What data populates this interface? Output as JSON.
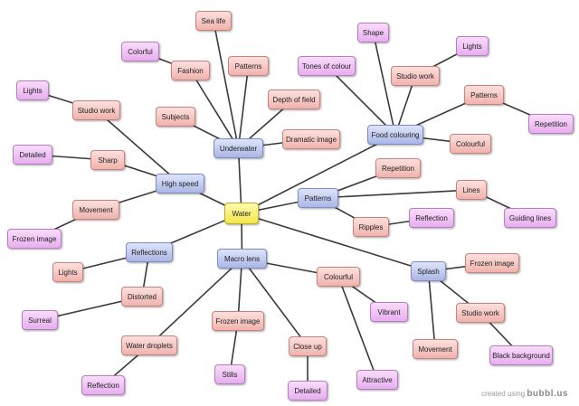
{
  "nodes": {
    "water": "Water",
    "underwater": "Underwater",
    "food_colouring": "Food colouring",
    "high_speed": "High speed",
    "patterns": "Patterns",
    "reflections": "Reflections",
    "macro_lens": "Macro lens",
    "splash": "Splash",
    "sea_life": "Sea life",
    "fashion": "Fashion",
    "colorful": "Colorful",
    "patterns_uw": "Patterns",
    "subjects": "Subjects",
    "depth_of_field": "Depth of field",
    "dramatic_image": "Dramatic image",
    "shape": "Shape",
    "tones_of_colour": "Tones of colour",
    "studio_work_fc": "Studio work",
    "lights_fc": "Lights",
    "patterns_fc": "Patterns",
    "repetition_fc": "Repetition",
    "colourful_fc": "Colourful",
    "studio_work_hs": "Studio work",
    "lights_hs": "Lights",
    "sharp": "Sharp",
    "detailed_hs": "Detailed",
    "movement_hs": "Movement",
    "frozen_image_hs": "Frozen image",
    "repetition_p": "Repetition",
    "lines": "Lines",
    "guiding_lines": "Guiding lines",
    "ripples": "Ripples",
    "reflection_p": "Reflection",
    "lights_r": "Lights",
    "distorted": "Distorted",
    "surreal": "Surreal",
    "frozen_image_ml": "Frozen image",
    "stills": "Stills",
    "water_droplets": "Water droplets",
    "reflection_ml": "Reflection",
    "close_up": "Close up",
    "detailed_ml": "Detailed",
    "colourful_ml": "Colourful",
    "vibrant": "Vibrant",
    "attractive": "Attractive",
    "frozen_image_s": "Frozen image",
    "studio_work_s": "Studio work",
    "movement_s": "Movement",
    "black_background": "Black background"
  },
  "footer": {
    "prefix": "created using",
    "brand": "bubbl.us"
  }
}
